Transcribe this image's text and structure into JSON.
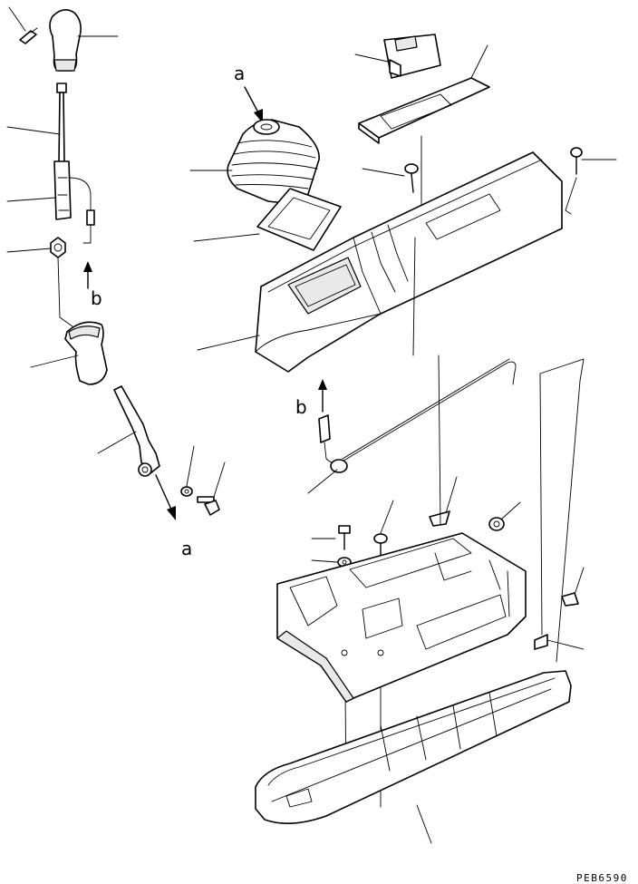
{
  "labels": {
    "ref_a": "a",
    "ref_b": "b"
  },
  "drawing_code": "PEB6590"
}
